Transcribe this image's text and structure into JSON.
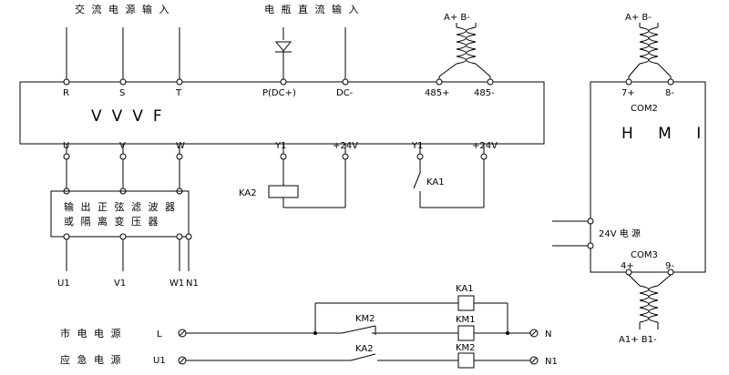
{
  "labels": {
    "ac_input": "交 流 电 源 输 入",
    "dc_input": "电 瓶 直 流 输 入",
    "vvvf": "VVVF",
    "hmi": "H M I",
    "filter_line1": "输 出 正 弦 滤 波 器",
    "filter_line2": "或 隔 离 变 压 器",
    "mains_power": "市 电 电 源",
    "emergency_power": "应 急 电 源",
    "hmi_24v": "24V 电 源"
  },
  "terminals": {
    "R": "R",
    "S": "S",
    "T": "T",
    "P": "P(DC+)",
    "DCminus": "DC-",
    "p485plus": "485+",
    "p485minus": "485-",
    "U": "U",
    "V": "V",
    "W": "W",
    "Y1a": "Y1",
    "plus24a": "+24V",
    "Y1b": "Y1",
    "plus24b": "+24V",
    "U1": "U1",
    "V1": "V1",
    "W1": "W1",
    "N1": "N1",
    "ApBm_left": "A+  B-",
    "ApBm_right": "A+  B-",
    "hmi_7p": "7+",
    "hmi_8m": "8-",
    "hmi_com2_top": "COM2",
    "hmi_com3": "COM3",
    "hmi_4p": "4+",
    "hmi_9m": "9-",
    "A1B1": "A1+  B1-"
  },
  "devices": {
    "ka2_coil": "KA2",
    "ka1_contact": "KA1",
    "ka1_coil": "KA1",
    "km1_coil": "KM1",
    "km2_coil": "KM2",
    "km2_contact": "KM2",
    "ka2_contact": "KA2"
  },
  "bottom_circuit": {
    "L": "L",
    "U1": "U1",
    "N": "N",
    "N1": "N1"
  }
}
